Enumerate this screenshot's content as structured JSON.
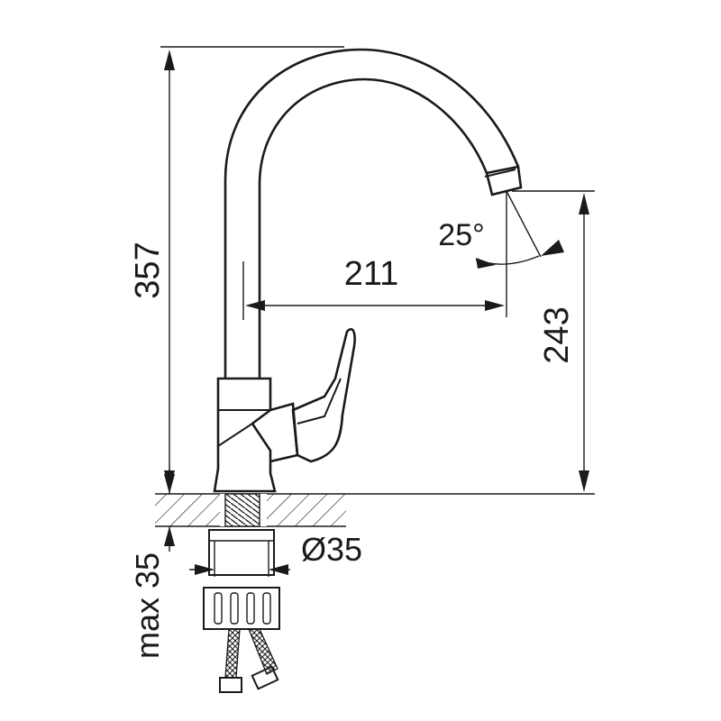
{
  "dimensions": {
    "total_height": "357",
    "spout_reach": "211",
    "spout_height": "243",
    "swivel_angle": "25°",
    "hole_diameter": "Ø35",
    "max_deck_thickness": "max 35"
  },
  "colors": {
    "ink": "#1a1a1a",
    "background": "#ffffff"
  }
}
